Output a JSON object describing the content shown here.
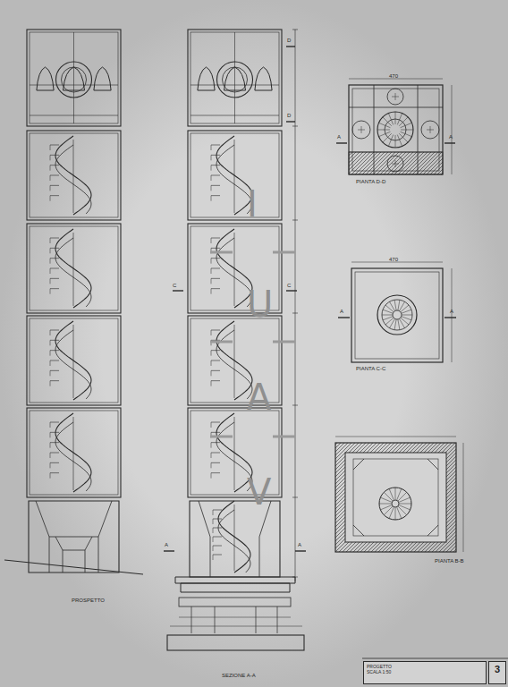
{
  "diagram": {
    "nodes": [
      {
        "text": [
          "PROGETTO",
          "SCALA 1:50"
        ]
      },
      {
        "text": [
          "3"
        ]
      }
    ],
    "labels": [
      "PROSPETTO",
      "SEZIONE A-A",
      "PIANTA D-D",
      "PIANTA C-C",
      "PIANTA B-B",
      "I",
      "U",
      "A",
      "V",
      "D",
      "D",
      "C",
      "C",
      "A",
      "A",
      "A",
      "A",
      "A",
      "A",
      "470",
      "470"
    ]
  }
}
